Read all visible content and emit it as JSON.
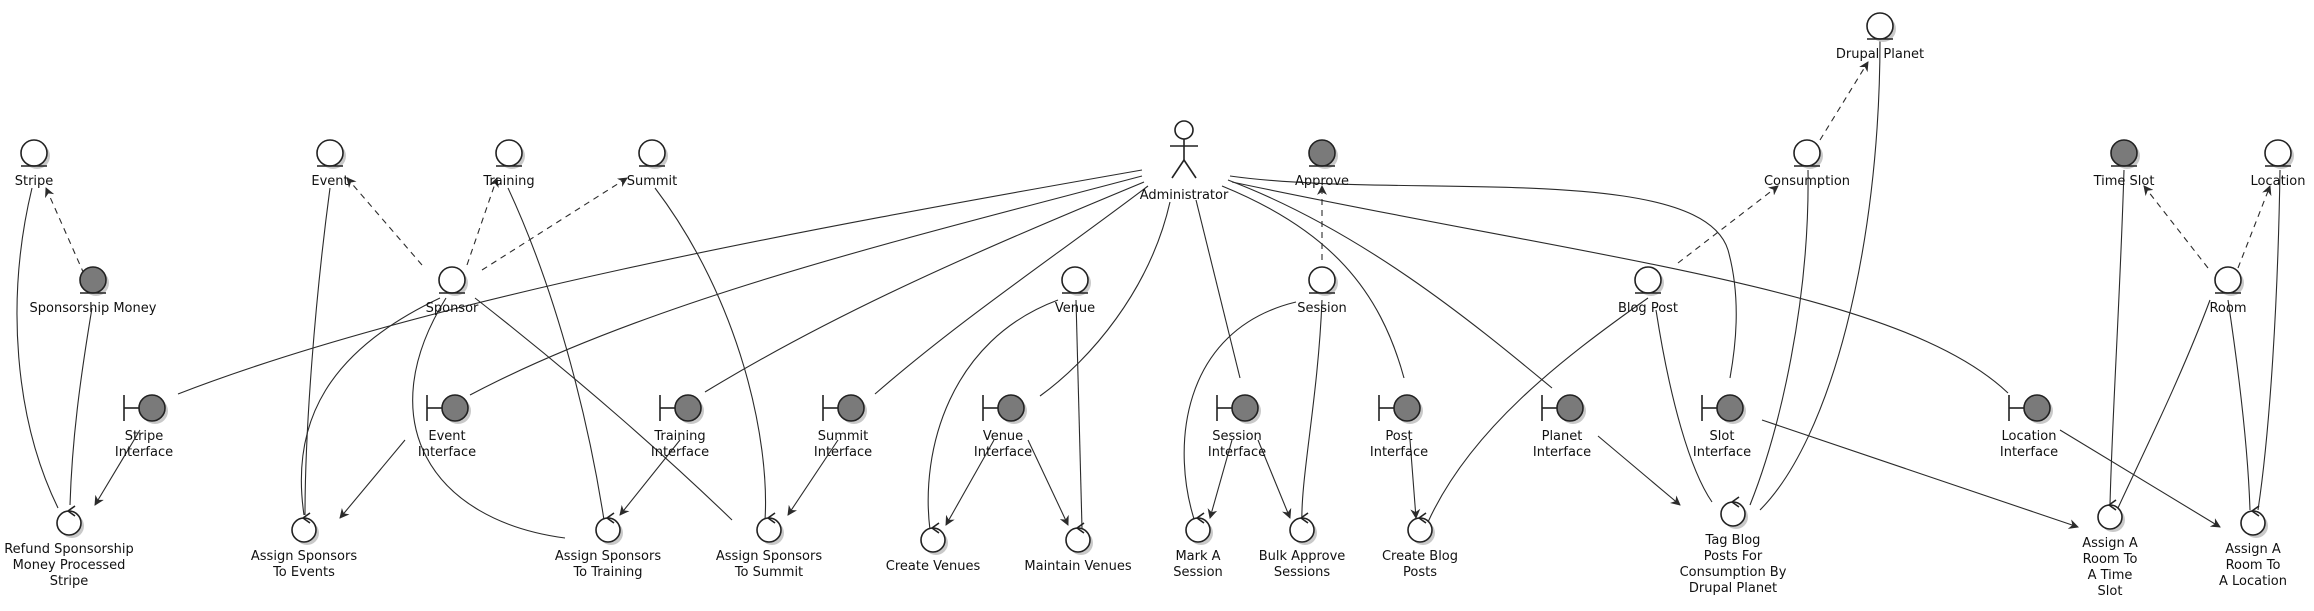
{
  "diagram": {
    "actor": {
      "label": "Administrator"
    },
    "entities": {
      "stripe": {
        "label": "Stripe",
        "filled": false
      },
      "sponsorship_money": {
        "label": "Sponsorship Money",
        "filled": true
      },
      "event": {
        "label": "Event",
        "filled": false
      },
      "training": {
        "label": "Training",
        "filled": false
      },
      "summit": {
        "label": "Summit",
        "filled": false
      },
      "sponsor": {
        "label": "Sponsor",
        "filled": false
      },
      "venue": {
        "label": "Venue",
        "filled": false
      },
      "approve": {
        "label": "Approve",
        "filled": true
      },
      "session": {
        "label": "Session",
        "filled": false
      },
      "drupal_planet": {
        "label": "Drupal Planet",
        "filled": false
      },
      "consumption": {
        "label": "Consumption",
        "filled": false
      },
      "blog_post": {
        "label": "Blog Post",
        "filled": false
      },
      "time_slot": {
        "label": "Time Slot",
        "filled": true
      },
      "location": {
        "label": "Location",
        "filled": false
      },
      "room": {
        "label": "Room",
        "filled": false
      }
    },
    "boundaries": {
      "stripe_interface": {
        "lines": [
          "Stripe",
          "Interface"
        ]
      },
      "event_interface": {
        "lines": [
          "Event",
          "Interface"
        ]
      },
      "training_interface": {
        "lines": [
          "Training",
          "Interface"
        ]
      },
      "summit_interface": {
        "lines": [
          "Summit",
          "Interface"
        ]
      },
      "venue_interface": {
        "lines": [
          "Venue",
          "Interface"
        ]
      },
      "session_interface": {
        "lines": [
          "Session",
          "Interface"
        ]
      },
      "post_interface": {
        "lines": [
          "Post",
          "Interface"
        ]
      },
      "planet_interface": {
        "lines": [
          "Planet",
          "Interface"
        ]
      },
      "slot_interface": {
        "lines": [
          "Slot",
          "Interface"
        ]
      },
      "location_interface": {
        "lines": [
          "Location",
          "Interface"
        ]
      }
    },
    "controls": {
      "refund": {
        "lines": [
          "Refund Sponsorship",
          "Money Processed",
          "Stripe"
        ]
      },
      "assign_events": {
        "lines": [
          "Assign Sponsors",
          "To Events"
        ]
      },
      "assign_training": {
        "lines": [
          "Assign Sponsors",
          "To Training"
        ]
      },
      "assign_summit": {
        "lines": [
          "Assign Sponsors",
          "To Summit"
        ]
      },
      "create_venues": {
        "lines": [
          "Create Venues"
        ]
      },
      "maintain_venues": {
        "lines": [
          "Maintain Venues"
        ]
      },
      "mark_session": {
        "lines": [
          "Mark A",
          "Session"
        ]
      },
      "bulk_approve": {
        "lines": [
          "Bulk Approve",
          "Sessions"
        ]
      },
      "create_blog": {
        "lines": [
          "Create Blog",
          "Posts"
        ]
      },
      "tag_blog": {
        "lines": [
          "Tag Blog",
          "Posts For",
          "Consumption By",
          "Drupal Planet"
        ]
      },
      "assign_room_slot": {
        "lines": [
          "Assign A",
          "Room To",
          "A Time",
          "Slot"
        ]
      },
      "assign_room_location": {
        "lines": [
          "Assign A",
          "Room To",
          "A Location"
        ]
      }
    }
  }
}
